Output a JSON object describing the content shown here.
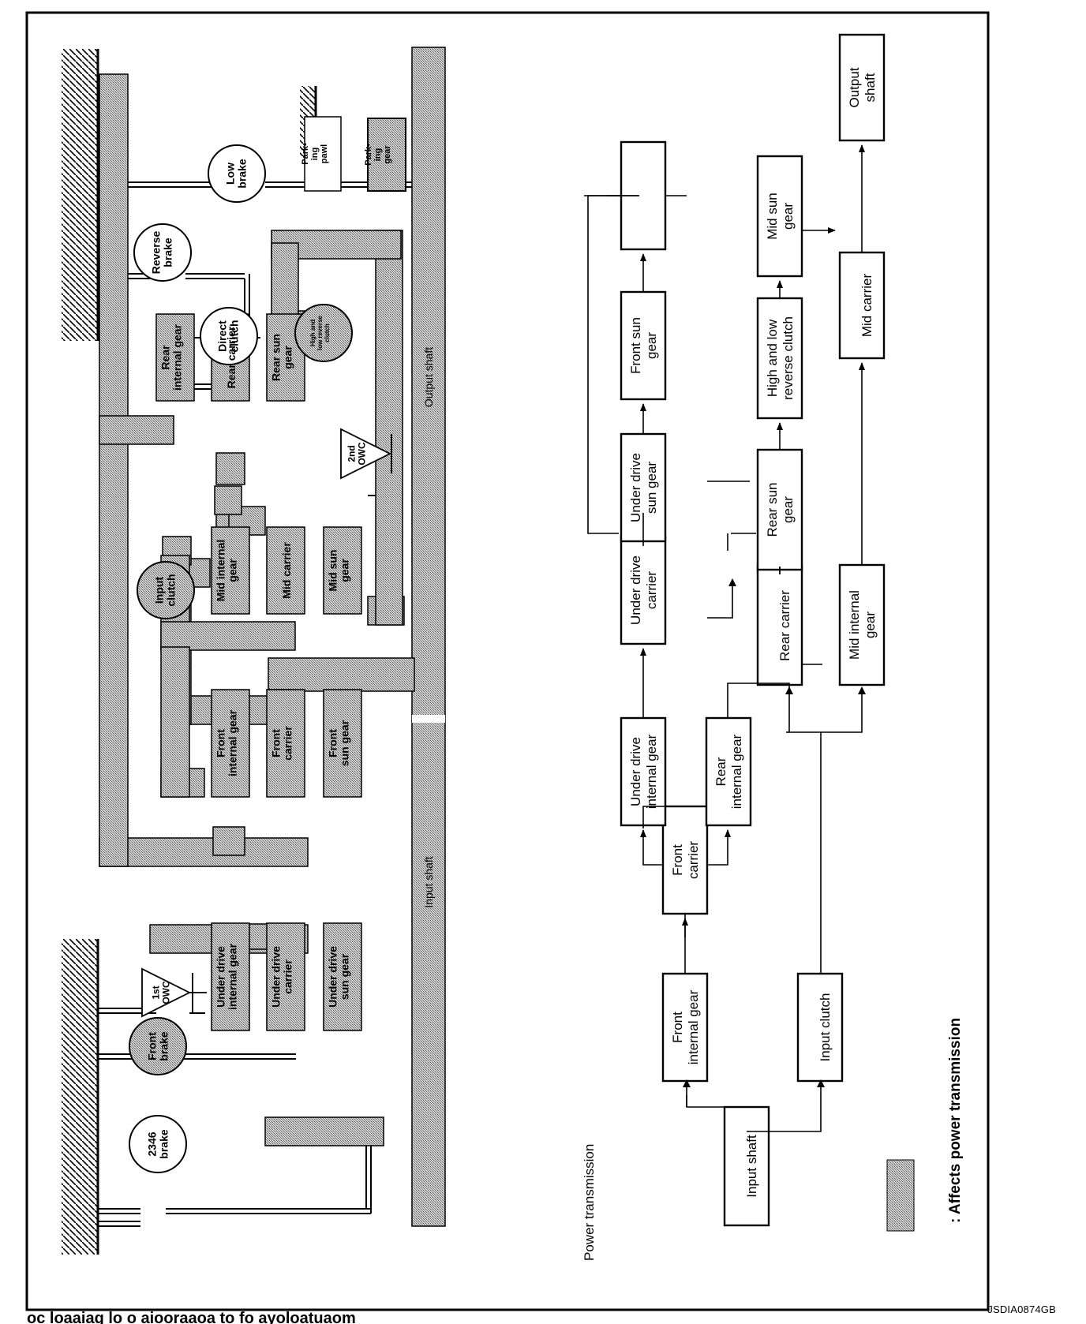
{
  "diagram": {
    "components": [
      {
        "id": "2346-brake",
        "lines": [
          "2346",
          "brake"
        ]
      },
      {
        "id": "front-brake",
        "lines": [
          "Front",
          "brake"
        ]
      },
      {
        "id": "1st-owc",
        "lines": [
          "1st",
          "OWC"
        ]
      },
      {
        "id": "under-drive-internal-gear",
        "lines": [
          "Under drive",
          "internal gear"
        ]
      },
      {
        "id": "under-drive-carrier",
        "lines": [
          "Under drive",
          "carrier"
        ]
      },
      {
        "id": "under-drive-sun-gear",
        "lines": [
          "Under drive",
          "sun gear"
        ]
      },
      {
        "id": "front-internal-gear",
        "lines": [
          "Front",
          "internal gear"
        ]
      },
      {
        "id": "front-carrier",
        "lines": [
          "Front",
          "carrier"
        ]
      },
      {
        "id": "front-sun-gear",
        "lines": [
          "Front",
          "sun gear"
        ]
      },
      {
        "id": "input-clutch",
        "lines": [
          "Input",
          "clutch"
        ]
      },
      {
        "id": "mid-internal-gear",
        "lines": [
          "Mid internal",
          "gear"
        ]
      },
      {
        "id": "mid-carrier",
        "lines": [
          "Mid carrier"
        ]
      },
      {
        "id": "mid-sun-gear",
        "lines": [
          "Mid sun",
          "gear"
        ]
      },
      {
        "id": "rear-internal-gear",
        "lines": [
          "Rear",
          "internal gear"
        ]
      },
      {
        "id": "rear-carrier",
        "lines": [
          "Rear carrier"
        ]
      },
      {
        "id": "rear-sun-gear",
        "lines": [
          "Rear sun",
          "gear"
        ]
      },
      {
        "id": "2nd-owc",
        "lines": [
          "2nd",
          "OWC"
        ]
      },
      {
        "id": "direct-clutch",
        "lines": [
          "Direct",
          "clutch"
        ]
      },
      {
        "id": "reverse-brake",
        "lines": [
          "Reverse",
          "brake"
        ]
      },
      {
        "id": "high-low-reverse-clutch",
        "lines": [
          "High and",
          "low reverse",
          "clutch"
        ]
      },
      {
        "id": "low-brake",
        "lines": [
          "Low",
          "brake"
        ]
      },
      {
        "id": "parking-pawl",
        "lines": [
          "Park-",
          "ing",
          "pawl"
        ]
      },
      {
        "id": "parking-gear",
        "lines": [
          "Park-",
          "ing",
          "gear"
        ]
      },
      {
        "id": "input-shaft",
        "lines": [
          "Input shaft"
        ]
      },
      {
        "id": "output-shaft",
        "lines": [
          "Output shaft"
        ]
      }
    ],
    "flow_title": "Power transmission",
    "flow": [
      {
        "id": "f-input-shaft",
        "lines": [
          "Input shaft"
        ]
      },
      {
        "id": "f-front-internal-gear",
        "lines": [
          "Front",
          "internal gear"
        ]
      },
      {
        "id": "f-input-clutch",
        "lines": [
          "Input clutch"
        ]
      },
      {
        "id": "f-front-carrier",
        "lines": [
          "Front",
          "carrier"
        ]
      },
      {
        "id": "f-under-drive-internal-gear",
        "lines": [
          "Under drive",
          "internal gear"
        ]
      },
      {
        "id": "f-rear-internal-gear",
        "lines": [
          "Rear",
          "internal gear"
        ]
      },
      {
        "id": "f-under-drive-carrier",
        "lines": [
          "Under drive",
          "carrier"
        ]
      },
      {
        "id": "f-under-drive-sun-gear",
        "lines": [
          "Under drive",
          "sun gear"
        ]
      },
      {
        "id": "f-front-sun-gear",
        "lines": [
          "Front sun",
          "gear"
        ]
      },
      {
        "id": "f-rear-carrier",
        "lines": [
          "Rear carrier"
        ]
      },
      {
        "id": "f-rear-sun-gear",
        "lines": [
          "Rear sun",
          "gear"
        ]
      },
      {
        "id": "f-high-low-reverse-clutch",
        "lines": [
          "High and low",
          "reverse clutch"
        ]
      },
      {
        "id": "f-mid-sun-gear",
        "lines": [
          "Mid sun",
          "gear"
        ]
      },
      {
        "id": "f-mid-internal-gear",
        "lines": [
          "Mid internal",
          "gear"
        ]
      },
      {
        "id": "f-mid-carrier",
        "lines": [
          "Mid carrier"
        ]
      },
      {
        "id": "f-output-shaft",
        "lines": [
          "Output",
          "shaft"
        ]
      }
    ],
    "legend": ": Affects power transmission",
    "code": "JSDIA0874GB",
    "caption_fragment": "oc loaaiag lo o aiooraaoa to fo ayoloatuaom"
  }
}
